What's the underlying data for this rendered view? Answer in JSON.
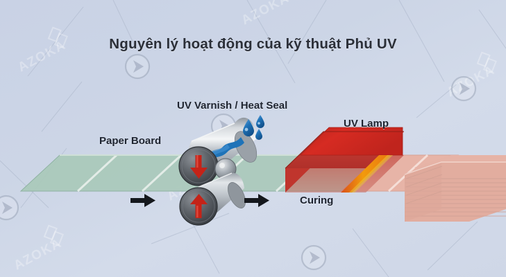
{
  "page": {
    "title": "Nguyên lý hoạt động của kỹ thuật Phủ UV",
    "background_color": "#ccd4e6",
    "watermark_text": "AZOKA"
  },
  "labels": {
    "paper_board": "Paper Board",
    "uv_varnish": "UV Varnish / Heat Seal",
    "uv_lamp": "UV Lamp",
    "curing": "Curing"
  },
  "diagram": {
    "type": "process-flow",
    "colors": {
      "paper_board": "#a8c8b8",
      "uv_lamp": "#c8322c",
      "uv_lamp_top": "#cf2a22",
      "uv_light_cone": "#c9524a",
      "heat_strip": "#ef8c10",
      "coated_sheet": "#e3b0a4",
      "roller_metal": "#c7ccd2",
      "roller_cap": "#55595e",
      "arrow_red": "#c42318",
      "varnish_blue": "#1a6fb5",
      "flow_arrow": "#15181d"
    },
    "stages": [
      {
        "name": "paper-board-infeed",
        "label": "Paper Board",
        "sheets": 4
      },
      {
        "name": "nip-rollers",
        "label": "UV Varnish / Heat Seal",
        "rollers": 2
      },
      {
        "name": "uv-lamp-curing",
        "label": "UV Lamp",
        "sub_label": "Curing"
      },
      {
        "name": "coated-output-stack",
        "label": "",
        "stack_layers": 11
      }
    ],
    "rollers": [
      {
        "name": "top-roller",
        "arrow_direction": "down",
        "arrow_color": "#c42318"
      },
      {
        "name": "bottom-roller",
        "arrow_direction": "up",
        "arrow_color": "#c42318"
      }
    ],
    "flow_arrows": [
      {
        "name": "flow-arrow-1",
        "direction": "right"
      },
      {
        "name": "flow-arrow-2",
        "direction": "right"
      }
    ],
    "droplets": 3
  }
}
